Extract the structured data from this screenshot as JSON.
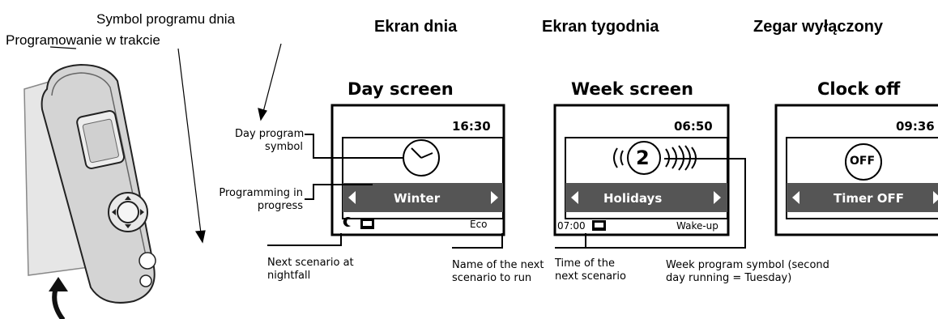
{
  "polish_labels": {
    "day_program_symbol": "Symbol programu dnia",
    "programming_in_progress": "Programowanie w trakcie",
    "day_screen": "Ekran dnia",
    "week_screen": "Ekran tygodnia",
    "clock_off": "Zegar wyłączony"
  },
  "screens": {
    "day": {
      "title": "Day screen",
      "time": "16:30",
      "scenario": "Winter",
      "footer_right": "Eco",
      "symbol": "clock-icon"
    },
    "week": {
      "title": "Week screen",
      "time": "06:50",
      "scenario": "Holidays",
      "footer_time": "07:00",
      "footer_right": "Wake-up",
      "day_number": "2",
      "symbol": "week-program-icon"
    },
    "clock_off": {
      "title": "Clock off",
      "time": "09:36",
      "symbol_text": "OFF",
      "scenario": "Timer OFF"
    }
  },
  "annotations": {
    "day_program_symbol": [
      "Day program",
      "symbol"
    ],
    "programming_in_progress": [
      "Programming in",
      "progress"
    ],
    "next_scenario_nightfall": [
      "Next scenario at",
      "nightfall"
    ],
    "name_next_scenario": [
      "Name of the next",
      "scenario to run"
    ],
    "time_next_scenario": [
      "Time of the",
      "next scenario"
    ],
    "week_program_symbol": [
      "Week program symbol (second",
      "day running = Tuesday)"
    ]
  },
  "colors": {
    "bar": "#555555",
    "line": "#000000"
  }
}
